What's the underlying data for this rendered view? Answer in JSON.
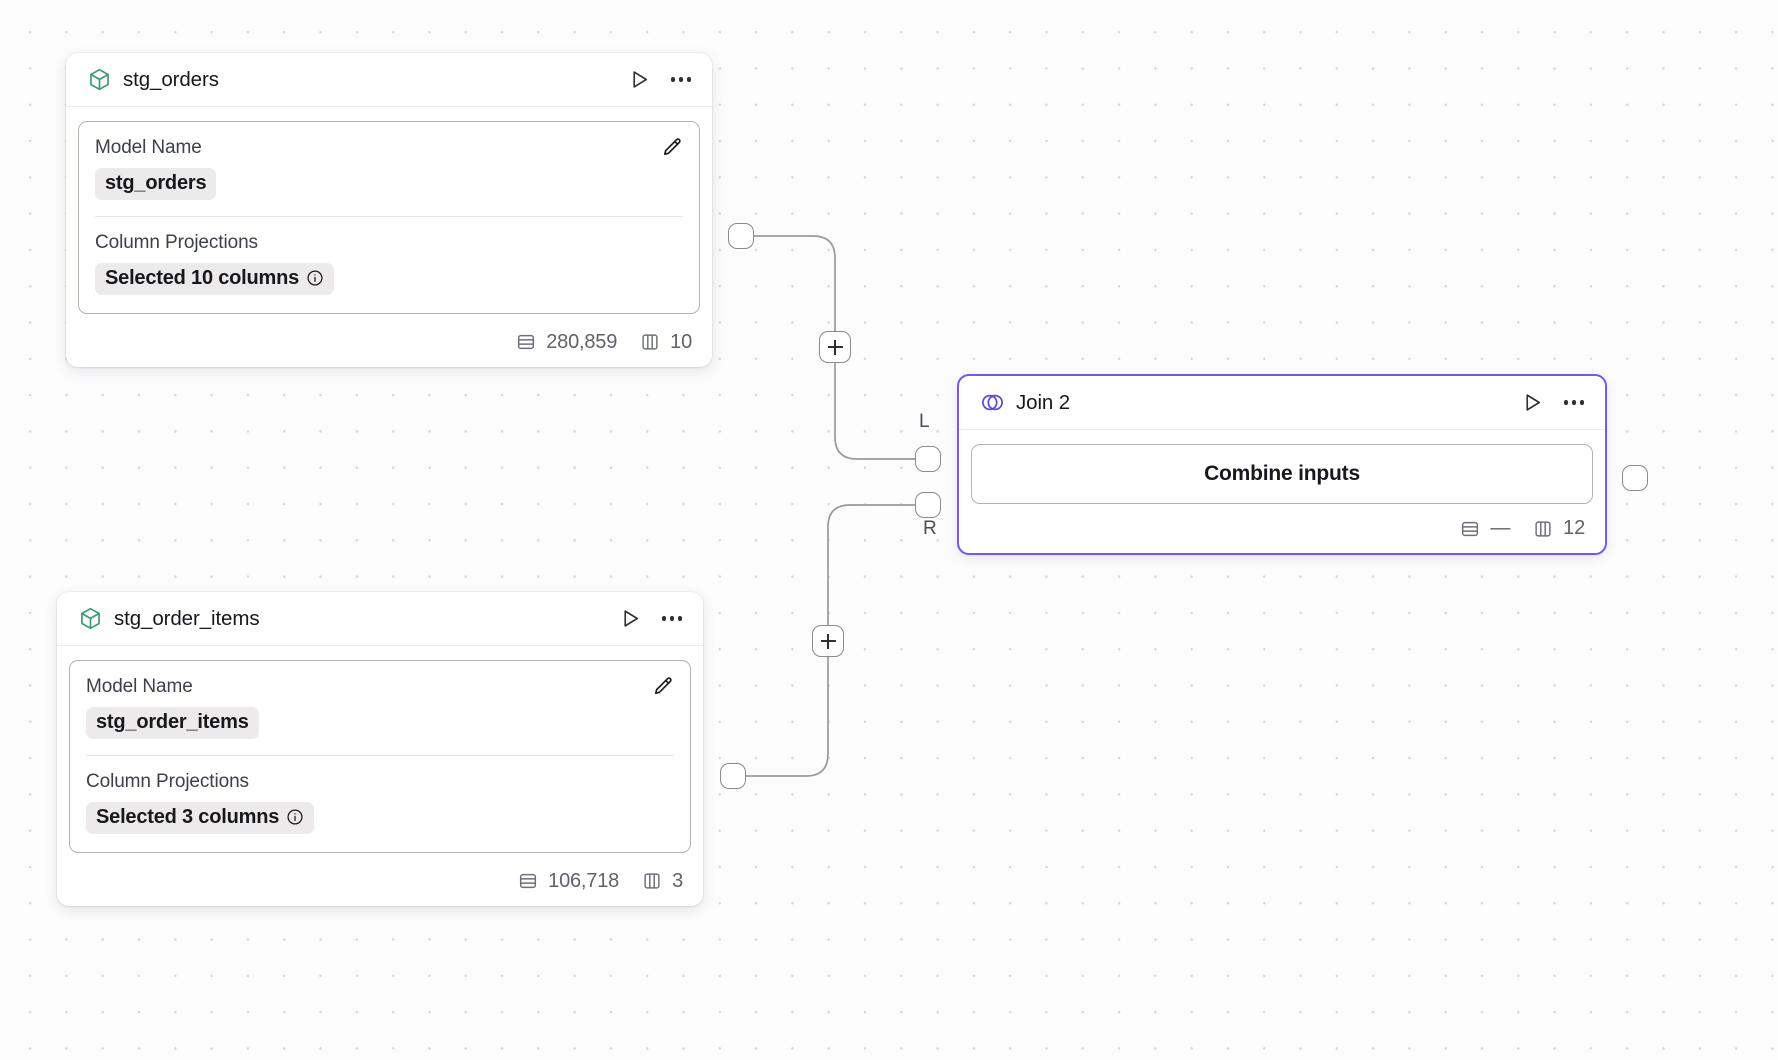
{
  "canvas": {
    "background": "#fcfcfd",
    "grid_dot_color": "#d6d6db",
    "accent_color": "#6c5ce7"
  },
  "nodes": [
    {
      "id": "stg_orders",
      "icon": "cube-icon",
      "icon_color": "#3c9a6f",
      "title": "stg_orders",
      "run_label": "Run",
      "menu_label": "More options",
      "properties": [
        {
          "label": "Model Name",
          "value": "stg_orders",
          "has_info": false
        },
        {
          "label": "Column Projections",
          "value": "Selected 10 columns",
          "has_info": true
        }
      ],
      "edit_label": "Edit",
      "footer": {
        "rows_label": "280,859",
        "columns_label": "10"
      }
    },
    {
      "id": "stg_order_items",
      "icon": "cube-icon",
      "icon_color": "#3c9a6f",
      "title": "stg_order_items",
      "run_label": "Run",
      "menu_label": "More options",
      "properties": [
        {
          "label": "Model Name",
          "value": "stg_order_items",
          "has_info": false
        },
        {
          "label": "Column Projections",
          "value": "Selected 3 columns",
          "has_info": true
        }
      ],
      "edit_label": "Edit",
      "footer": {
        "rows_label": "106,718",
        "columns_label": "3"
      }
    }
  ],
  "join_node": {
    "id": "join_2",
    "icon": "venn-join-icon",
    "icon_color": "#5b4ddb",
    "title": "Join 2",
    "run_label": "Run",
    "menu_label": "More options",
    "action_label": "Combine inputs",
    "footer": {
      "rows_label": "—",
      "columns_label": "12"
    },
    "input_ports": [
      {
        "name": "L",
        "label": "L"
      },
      {
        "name": "R",
        "label": "R"
      }
    ]
  },
  "edges": [
    {
      "from": "stg_orders",
      "to": "join_2_left",
      "add_button_label": "+"
    },
    {
      "from": "stg_order_items",
      "to": "join_2_right",
      "add_button_label": "+"
    }
  ]
}
